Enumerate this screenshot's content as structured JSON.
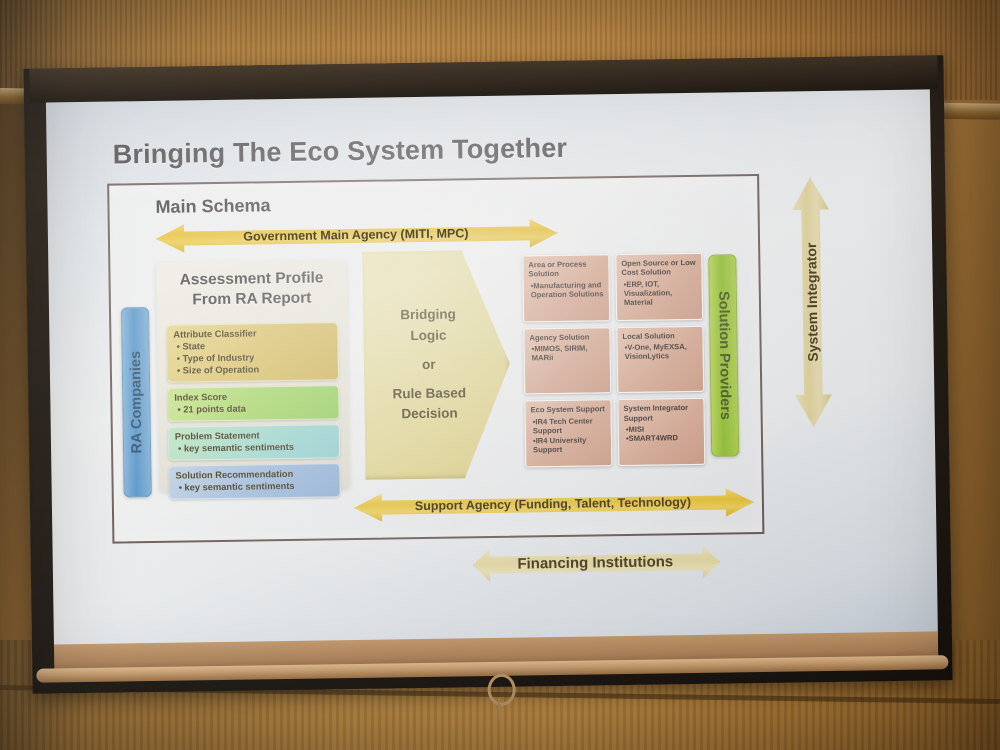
{
  "slide": {
    "title": "Bringing The Eco System Together",
    "main_schema_label": "Main Schema",
    "arrows": {
      "government": "Government Main Agency (MITI, MPC)",
      "support_agency": "Support Agency (Funding, Talent, Technology)",
      "financing": "Financing Institutions",
      "system_integrator": "System Integrator"
    },
    "bars": {
      "ra_companies": "RA Companies",
      "solution_providers": "Solution Providers"
    },
    "assessment": {
      "title_line1": "Assessment Profile",
      "title_line2": "From RA Report",
      "boxes": [
        {
          "heading": "Attribute Classifier",
          "items": [
            "State",
            "Type of Industry",
            "Size of Operation"
          ]
        },
        {
          "heading": "Index Score",
          "items": [
            "21 points data"
          ]
        },
        {
          "heading": "Problem Statement",
          "items": [
            "key semantic sentiments"
          ]
        },
        {
          "heading": "Solution Recommendation",
          "items": [
            "key semantic sentiments"
          ]
        }
      ]
    },
    "bridge": {
      "line1": "Bridging",
      "line2": "Logic",
      "line3": "or",
      "line4": "Rule Based",
      "line5": "Decision"
    },
    "solutions": [
      {
        "heading": "Area or Process Solution",
        "items": [
          "Manufacturing and Operation Solutions"
        ]
      },
      {
        "heading": "Open Source or Low Cost Solution",
        "items": [
          "ERP, IOT, Visualization, Material"
        ]
      },
      {
        "heading": "Agency Solution",
        "items": [
          "MIMOS, SIRIM, MARii"
        ]
      },
      {
        "heading": "Local Solution",
        "items": [
          "V-One, MyEXSA, VisionLytics"
        ]
      },
      {
        "heading": "Eco System Support",
        "items": [
          "IR4 Tech Center Support",
          "IR4 University Support"
        ]
      },
      {
        "heading": "System Integrator Support",
        "items": [
          "MISI",
          "SMART4WRD"
        ]
      }
    ],
    "colors": {
      "title_text": "#4b4a4f",
      "arrow_gold": "#e8bf27",
      "arrow_cream": "#e7dca6",
      "bar_blue": "#4f93cf",
      "bar_green": "#8cc12c",
      "solution_box": "#d9a893",
      "bridge_yellow": "#e9e0a2"
    }
  }
}
